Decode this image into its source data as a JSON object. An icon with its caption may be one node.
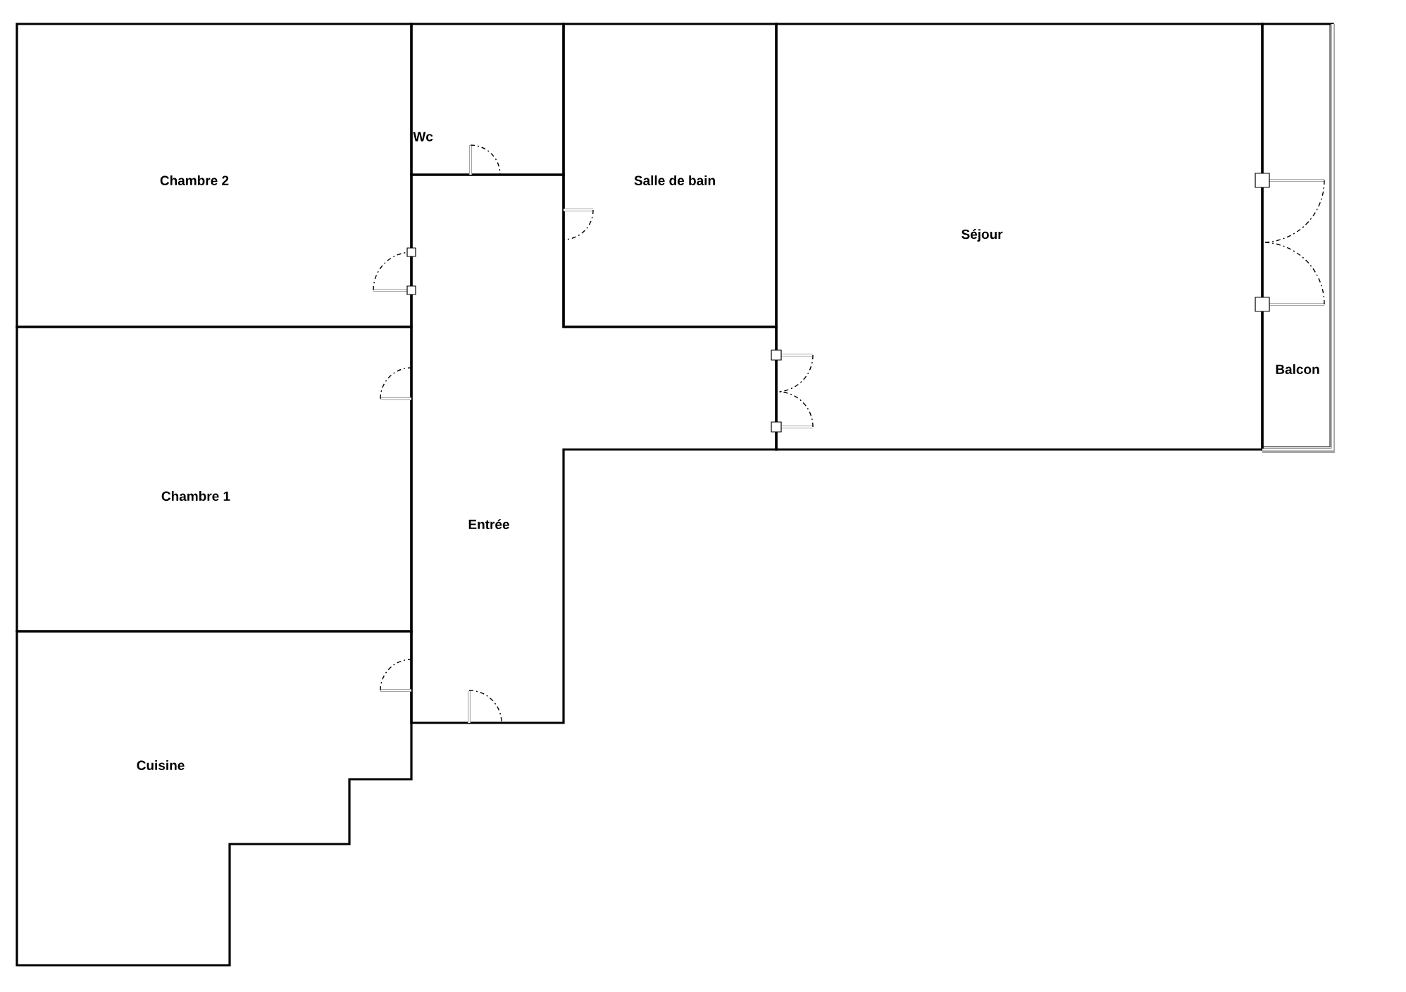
{
  "diagram": {
    "nodes": [
      {
        "text": [
          "Wc"
        ]
      },
      {
        "text": [
          "Chambre 2"
        ]
      },
      {
        "text": [
          "Salle de bain"
        ]
      },
      {
        "text": [
          "Séjour"
        ]
      },
      {
        "text": [
          "Balcon"
        ]
      },
      {
        "text": [
          "Chambre 1"
        ]
      },
      {
        "text": [
          "Entrée"
        ]
      },
      {
        "text": [
          "Cuisine"
        ]
      }
    ]
  }
}
